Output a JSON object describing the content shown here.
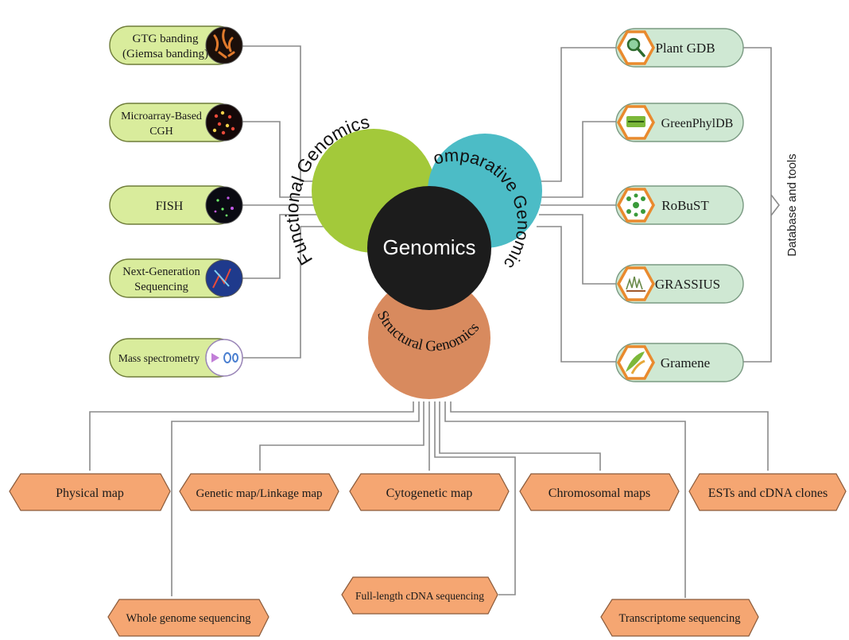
{
  "center": {
    "label": "Genomics",
    "color": "#1c1c1c",
    "text_color": "#ffffff"
  },
  "lobes": {
    "functional": {
      "label": "Functional Genomics",
      "color": "#a3c93a"
    },
    "comparative": {
      "label": "Comparative Genomics",
      "color": "#4cbcc6"
    },
    "structural": {
      "label": "Structural Genomics",
      "color": "#d88a5e"
    }
  },
  "functional_items": [
    {
      "lines": [
        "GTG banding",
        "(Giemsa banding)"
      ],
      "icon": "chromosome-icon"
    },
    {
      "lines": [
        "Microarray-Based",
        "CGH"
      ],
      "icon": "microarray-icon"
    },
    {
      "lines": [
        "FISH"
      ],
      "icon": "fluorescence-icon"
    },
    {
      "lines": [
        "Next-Generation",
        "Sequencing"
      ],
      "icon": "sequencer-icon"
    },
    {
      "lines": [
        "Mass spectrometry"
      ],
      "icon": "mass-spec-icon"
    }
  ],
  "database_items": [
    {
      "label": "Plant GDB",
      "icon": "magnifier-icon"
    },
    {
      "label": "GreenPhylDB",
      "icon": "greenphyl-logo-icon"
    },
    {
      "label": "RoBuST",
      "icon": "network-icon"
    },
    {
      "label": "GRASSIUS",
      "icon": "grassius-logo-icon"
    },
    {
      "label": "Gramene",
      "icon": "gramene-logo-icon"
    }
  ],
  "database_group_label": "Database and tools",
  "structural_items_top": [
    "Physical map",
    "Genetic map/Linkage map",
    "Cytogenetic map",
    "Chromosomal maps",
    "ESTs and cDNA clones"
  ],
  "structural_items_bottom": [
    "Whole genome sequencing",
    "Full-length cDNA sequencing",
    "Transcriptome sequencing"
  ],
  "colors": {
    "functional_pill": "#d9ec9c",
    "database_pill": "#cfe8d3",
    "structural_box": "#f5a672",
    "connector": "#8a8a8a",
    "hex_border": "#e98a2e"
  }
}
